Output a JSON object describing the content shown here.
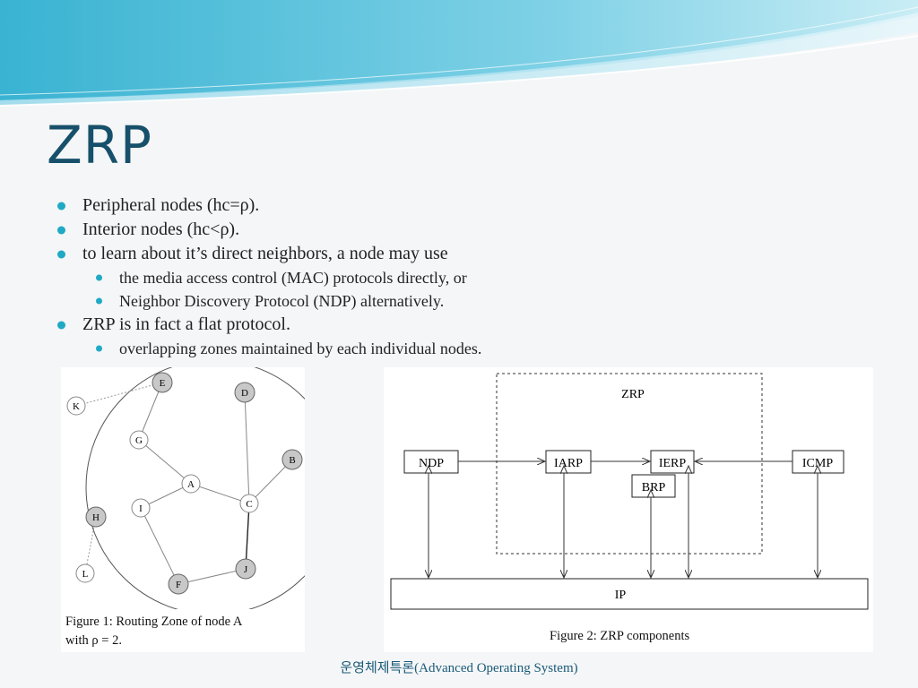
{
  "slide": {
    "title": "ZRP",
    "bullets": [
      {
        "level": 1,
        "text": "Peripheral nodes (hc=ρ)."
      },
      {
        "level": 1,
        "text": "Interior nodes (hc<ρ)."
      },
      {
        "level": 1,
        "text": "to learn about it’s direct neighbors, a node may use"
      },
      {
        "level": 2,
        "text": "the media access control (MAC) protocols directly, or"
      },
      {
        "level": 2,
        "text": "Neighbor Discovery Protocol (NDP) alternatively."
      },
      {
        "level": 1,
        "text": "ZRP is in fact a flat protocol."
      },
      {
        "level": 2,
        "text": "overlapping zones maintained by each individual nodes."
      }
    ],
    "footer": "운영체제특론(Advanced Operating System)"
  },
  "figure1": {
    "caption_line1": "Figure 1:  Routing Zone of node A",
    "caption_line2": "with ρ = 2.",
    "nodes": {
      "E": "E",
      "D": "D",
      "K": "K",
      "G": "G",
      "B": "B",
      "A": "A",
      "C": "C",
      "I": "I",
      "H": "H",
      "J": "J",
      "L": "L",
      "F": "F"
    }
  },
  "figure2": {
    "caption": "Figure 2: ZRP components",
    "zrp_label": "ZRP",
    "boxes": {
      "ndp": "NDP",
      "iarp": "IARP",
      "ierp": "IERP",
      "icmp": "ICMP",
      "brp": "BRP",
      "ip": "IP"
    }
  },
  "colors": {
    "title": "#17506a",
    "bullet": "#1fa9c4",
    "accent_wave": "#3fb6d3",
    "footer": "#1a5a78"
  }
}
